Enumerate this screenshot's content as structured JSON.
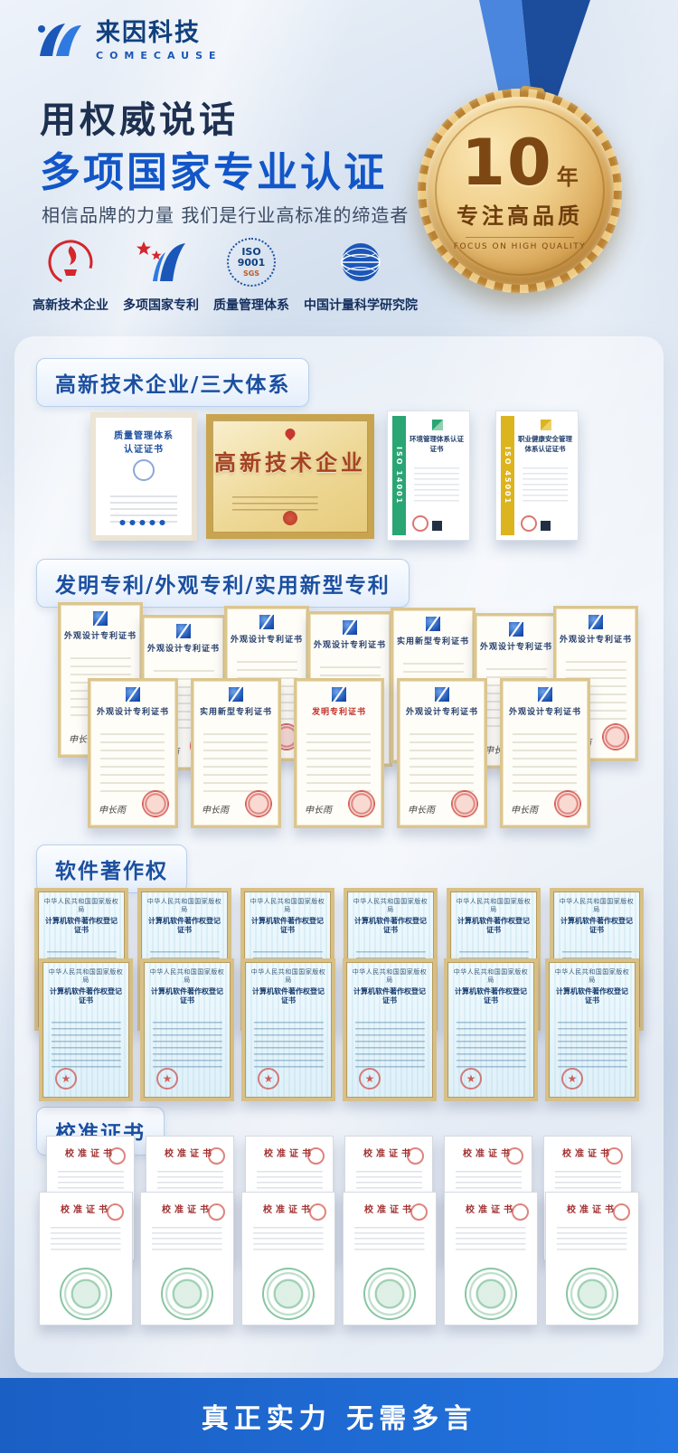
{
  "brand": {
    "name": "来因科技",
    "latin": "COMECAUSE"
  },
  "hero": {
    "title": "用权威说话",
    "subtitle": "多项国家专业认证",
    "tagline": "相信品牌的力量 我们是行业高标准的缔造者"
  },
  "medal": {
    "number": "10",
    "unit": "年",
    "caption": "专注高品质",
    "caption_en": "FOCUS ON HIGH QUALITY"
  },
  "badges": {
    "items": [
      {
        "label": "高新技术企业"
      },
      {
        "label": "多项国家专利"
      },
      {
        "label": "质量管理体系",
        "icon_line1": "ISO",
        "icon_line2": "9001",
        "icon_sub": "SGS"
      },
      {
        "label": "中国计量科学研究院"
      }
    ]
  },
  "sections": {
    "systems": {
      "title": "高新技术企业/三大体系",
      "quality_cert": {
        "line1": "质量管理体系",
        "line2": "认证证书"
      },
      "hitech_cert": {
        "title": "高新技术企业"
      },
      "env_cert": {
        "band": "ISO 14001",
        "title": "环境管理体系认证证书"
      },
      "safety_cert": {
        "band": "ISO 45001",
        "title": "职业健康安全管理体系认证证书"
      }
    },
    "patents": {
      "title": "发明专利/外观专利/实用新型专利",
      "signature": "申长雨",
      "certs": [
        {
          "title": "外观设计专利证书"
        },
        {
          "title": "外观设计专利证书"
        },
        {
          "title": "外观设计专利证书"
        },
        {
          "title": "外观设计专利证书"
        },
        {
          "title": "实用新型专利证书"
        },
        {
          "title": "外观设计专利证书"
        },
        {
          "title": "外观设计专利证书"
        },
        {
          "title": "外观设计专利证书"
        },
        {
          "title": "实用新型专利证书"
        },
        {
          "title": "发明专利证书"
        },
        {
          "title": "外观设计专利证书"
        },
        {
          "title": "外观设计专利证书"
        }
      ]
    },
    "software": {
      "title": "软件著作权",
      "cert_header": "中华人民共和国国家版权局",
      "cert_title": "计算机软件著作权登记证书"
    },
    "calibration": {
      "title": "校准证书",
      "cert_title": "校准证书"
    }
  },
  "footer": {
    "text": "真正实力 无需多言"
  },
  "colors": {
    "accent": "#1256c8",
    "footer_blue": "#1a5fc4",
    "medal_gold": "#d9a84e",
    "seal_red": "#c0392b",
    "seal_green": "#2e9e5b"
  }
}
